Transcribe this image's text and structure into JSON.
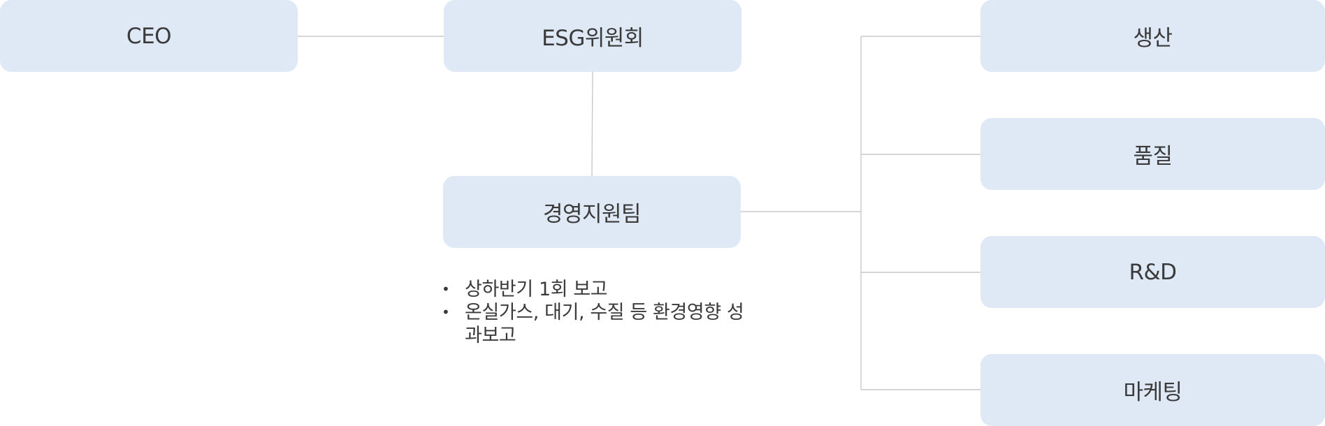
{
  "nodes": {
    "ceo": "CEO",
    "esg_committee": "ESG위원회",
    "management_support": "경영지원팀",
    "production": "생산",
    "quality": "품질",
    "rnd": "R&D",
    "marketing": "마케팅"
  },
  "notes": [
    "상하반기 1회 보고",
    "온실가스, 대기, 수질 등 환경영향 성과보고"
  ],
  "colors": {
    "box_fill": "#dfe9f5",
    "connector": "#c9c9c9",
    "text": "#3a3a3a"
  }
}
